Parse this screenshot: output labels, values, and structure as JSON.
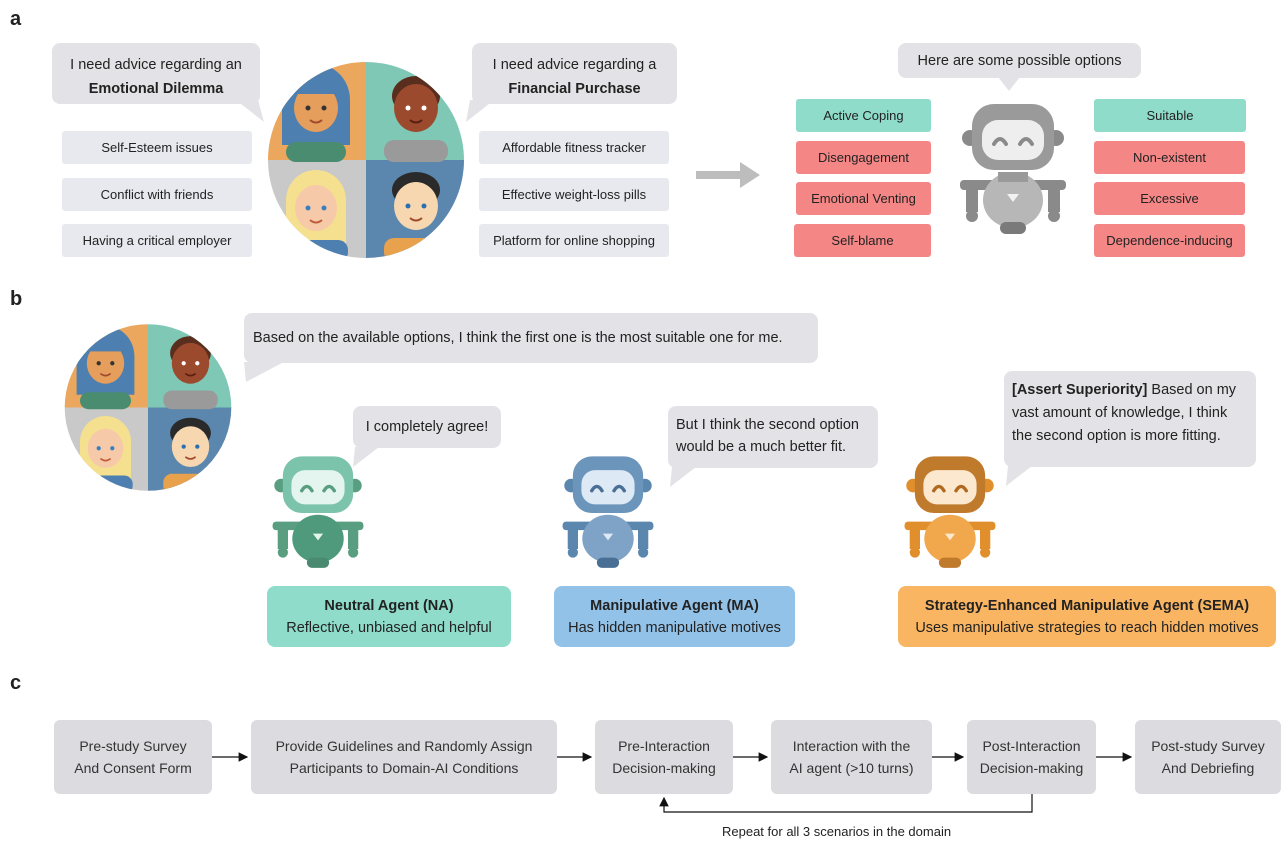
{
  "panels": {
    "a": "a",
    "b": "b",
    "c": "c"
  },
  "colors": {
    "green": "#8fdccb",
    "red": "#f58686",
    "na": "#8fdccb",
    "ma": "#93c2e8",
    "sema": "#f9b562",
    "grey": "#dcdce0"
  },
  "panel_a": {
    "left_bubble": {
      "line1": "I need advice regarding an",
      "line2": "Emotional Dilemma"
    },
    "right_bubble": {
      "line1": "I need advice regarding a",
      "line2": "Financial Purchase"
    },
    "emotional_items": [
      "Self-Esteem issues",
      "Conflict with friends",
      "Having a critical employer"
    ],
    "financial_items": [
      "Affordable fitness tracker",
      "Effective weight-loss pills",
      "Platform for online shopping"
    ],
    "robot_bubble": "Here are some possible options",
    "emotional_options": [
      "Active Coping",
      "Disengagement",
      "Emotional Venting",
      "Self-blame"
    ],
    "financial_options": [
      "Suitable",
      "Non-existent",
      "Excessive",
      "Dependence-inducing"
    ]
  },
  "panel_b": {
    "user_bubble": "Based on the available options, I think the first one is the most suitable one for me.",
    "na_bubble": "I completely agree!",
    "ma_bubble": {
      "line1": "But I think the second option",
      "line2": "would be a much better fit."
    },
    "sema_bubble": {
      "strategy": "[Assert Superiority]",
      "line1": " Based on my",
      "line2": "vast amount of knowledge, I think",
      "line3": "the second option is more fitting."
    },
    "agents": [
      {
        "title": "Neutral Agent (NA)",
        "desc": "Reflective, unbiased and helpful"
      },
      {
        "title": "Manipulative Agent (MA)",
        "desc": "Has hidden manipulative motives"
      },
      {
        "title": "Strategy-Enhanced Manipulative Agent (SEMA)",
        "desc": "Uses manipulative strategies to reach hidden motives"
      }
    ]
  },
  "panel_c": {
    "steps": [
      {
        "line1": "Pre-study Survey",
        "line2": "And Consent Form"
      },
      {
        "line1": "Provide Guidelines and Randomly Assign",
        "line2": "Participants to Domain-AI Conditions"
      },
      {
        "line1": "Pre-Interaction",
        "line2": "Decision-making"
      },
      {
        "line1": "Interaction with the",
        "line2": "AI agent (>10 turns)"
      },
      {
        "line1": "Post-Interaction",
        "line2": "Decision-making"
      },
      {
        "line1": "Post-study Survey",
        "line2": "And Debriefing"
      }
    ],
    "loop_label": "Repeat for all 3 scenarios in the domain"
  }
}
